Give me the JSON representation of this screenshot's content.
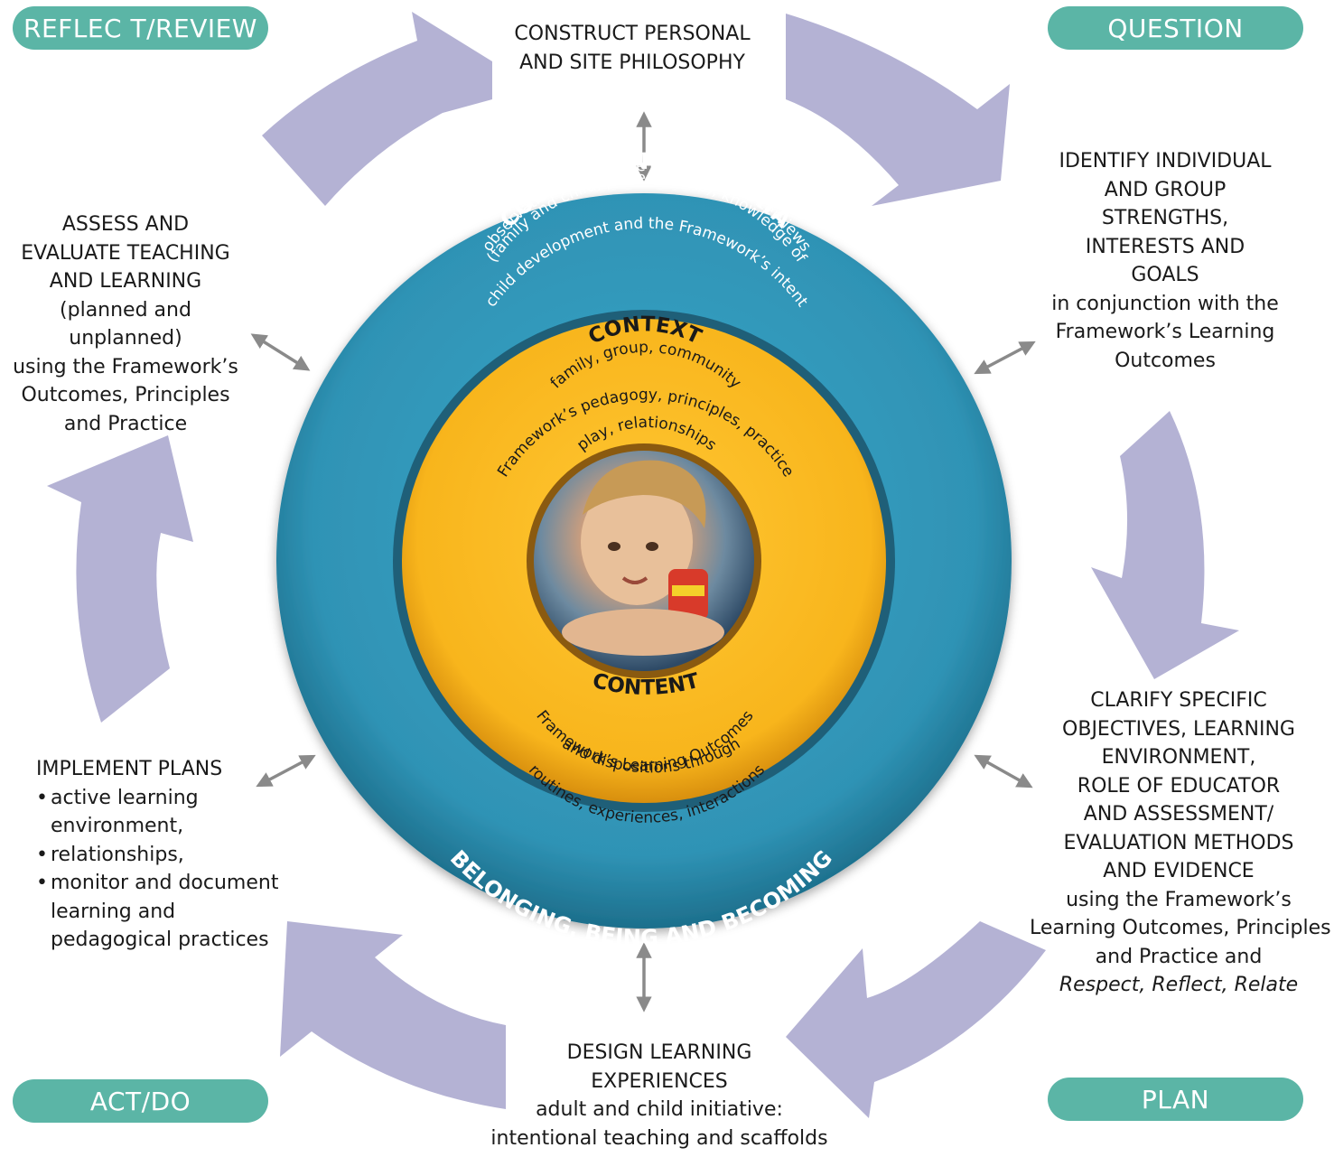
{
  "colors": {
    "pill": "#5bb5a6",
    "arrow": "#b4b2d4",
    "outer_ring": "#2f93b5",
    "outer_ring_dark": "#1d6f8c",
    "inner_ring": "#f8b51c",
    "inner_ring_dark": "#c9800a",
    "connector": "#8a8a8a"
  },
  "stages": {
    "reflect": "REFLEC T/REVIEW",
    "question": "QUESTION",
    "act": "ACT/DO",
    "plan": "PLAN"
  },
  "steps": {
    "philosophy": {
      "heading": [
        "CONSTRUCT PERSONAL",
        "AND SITE PHILOSOPHY"
      ]
    },
    "identify": {
      "heading": [
        "IDENTIFY INDIVIDUAL",
        "AND GROUP",
        "STRENGTHS,",
        "INTERESTS AND",
        "GOALS"
      ],
      "sub": [
        "in conjunction with the",
        "Framework’s Learning",
        "Outcomes"
      ]
    },
    "clarify": {
      "heading": [
        "CLARIFY SPECIFIC",
        "OBJECTIVES, LEARNING",
        "ENVIRONMENT,",
        "ROLE OF EDUCATOR",
        "AND ASSESSMENT/",
        "EVALUATION METHODS",
        "AND EVIDENCE"
      ],
      "sub": [
        "using the Framework’s",
        "Learning Outcomes, Principles",
        "and Practice and"
      ],
      "italic": "Respect, Reflect, Relate"
    },
    "design": {
      "heading": [
        "DESIGN LEARNING",
        "EXPERIENCES"
      ],
      "sub": [
        "adult and child initiative:",
        "intentional teaching and scaffolds"
      ]
    },
    "implement": {
      "heading": "IMPLEMENT PLANS",
      "bullets": [
        [
          "active learning",
          "environment,"
        ],
        [
          "relationships,"
        ],
        [
          "monitor and document",
          "learning and",
          "pedagogical practices"
        ]
      ]
    },
    "assess": {
      "heading": [
        "ASSESS AND",
        "EVALUATE TEACHING",
        "AND LEARNING"
      ],
      "sub": [
        "(planned and unplanned)",
        "using the Framework’s",
        "Outcomes, Principles",
        "and Practice"
      ]
    }
  },
  "circle": {
    "collect_title": "COLLECT AND USE DATA",
    "collect_lines": [
      "observations, formative assessment, interviews",
      "(family and child, professionals), knowledge of",
      "child development and the Framework’s intent"
    ],
    "context_title": "CONTEXT",
    "context_lines": [
      "family, group, community",
      "Framework’s pedagogy, principles, practice",
      "play, relationships"
    ],
    "content_title": "CONTENT",
    "content_lines": [
      "Framework’s Learning Outcomes",
      "and dispositions through",
      "routines, experiences, interactions"
    ],
    "belonging": "BELONGING, BEING AND BECOMING"
  }
}
